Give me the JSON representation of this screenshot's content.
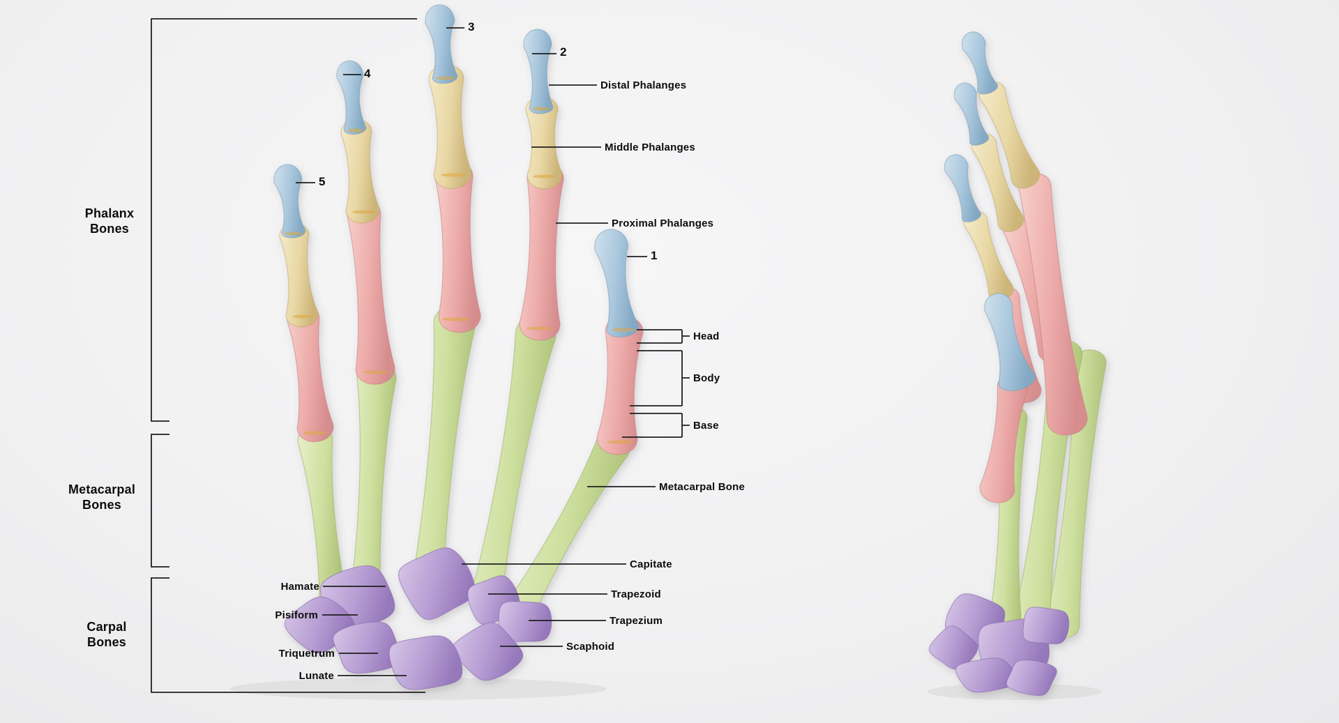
{
  "page": {
    "background": "#f1f1f2",
    "description": "Color-coded anatomy diagram of human hand bones, dorsal view (left, labeled) and lateral view (right)"
  },
  "palette": {
    "distal": {
      "light": "#cfe1ec",
      "base": "#a9c7dd",
      "dark": "#84a9c4",
      "stroke": "#7b9cb6"
    },
    "middle": {
      "light": "#f5eac9",
      "base": "#e9d8a5",
      "dark": "#cdb57a",
      "stroke": "#bfa768"
    },
    "proximal": {
      "light": "#f7d0cc",
      "base": "#edacaa",
      "dark": "#d68d8e",
      "stroke": "#c67e81"
    },
    "metacarpal": {
      "light": "#e7efc9",
      "base": "#cfe0a0",
      "dark": "#adc278",
      "stroke": "#9ab066"
    },
    "carpal": {
      "light": "#d8c8e8",
      "base": "#b89fd4",
      "dark": "#9678bb",
      "stroke": "#8668ab"
    },
    "joint_line": "#dfa83e",
    "leader_line": "#1f1f1f",
    "shadow": "#5a5a66"
  },
  "bone_groups": [
    {
      "id": "phalanx",
      "line1": "Phalanx",
      "line2": "Bones"
    },
    {
      "id": "metacarpal",
      "line1": "Metacarpal",
      "line2": "Bones"
    },
    {
      "id": "carpal",
      "line1": "Carpal",
      "line2": "Bones"
    }
  ],
  "finger_numbers": [
    {
      "id": "thumb",
      "n": "1"
    },
    {
      "id": "index",
      "n": "2"
    },
    {
      "id": "middle",
      "n": "3"
    },
    {
      "id": "ring",
      "n": "4"
    },
    {
      "id": "little",
      "n": "5"
    }
  ],
  "bone_labels": {
    "distal": "Distal Phalanges",
    "middle": "Middle Phalanges",
    "proximal": "Proximal Phalanges",
    "head": "Head",
    "body": "Body",
    "base": "Base",
    "metacarpal": "Metacarpal Bone",
    "capitate": "Capitate",
    "trapezoid": "Trapezoid",
    "trapezium": "Trapezium",
    "scaphoid": "Scaphoid",
    "hamate": "Hamate",
    "pisiform": "Pisiform",
    "triquetrum": "Triquetrum",
    "lunate": "Lunate"
  }
}
